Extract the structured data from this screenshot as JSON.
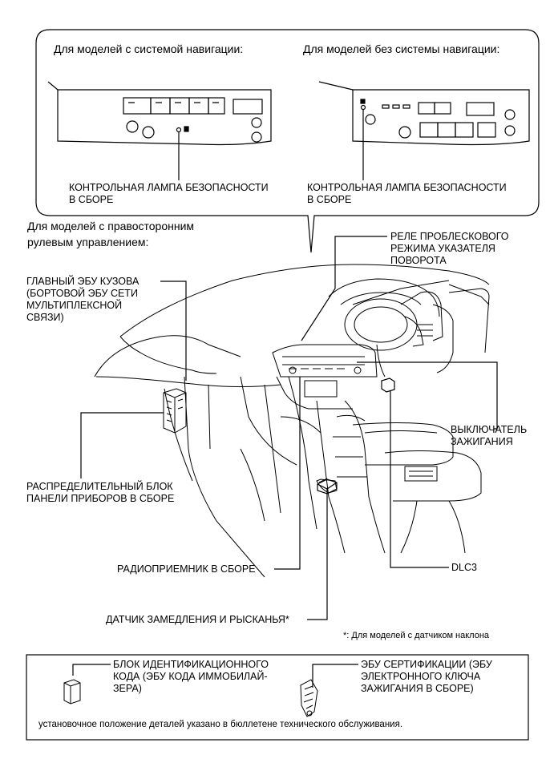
{
  "top_panel": {
    "nav_heading": "Для моделей с системой навигации:",
    "no_nav_heading": "Для моделей без системы навигации:",
    "left_label_line1": "КОНТРОЛЬНАЯ ЛАМПА БЕЗОПАСНОСТИ",
    "left_label_line2": "В СБОРЕ",
    "right_label_line1": "КОНТРОЛЬНАЯ ЛАМПА БЕЗОПАСНОСТИ",
    "right_label_line2": "В СБОРЕ"
  },
  "main": {
    "rhd_heading_line1": "Для моделей с правосторонним",
    "rhd_heading_line2": "рулевым управлением:",
    "labels": {
      "flasher_line1": "РЕЛЕ ПРОБЛЕСКОВОГО",
      "flasher_line2": "РЕЖИМА УКАЗАТЕЛЯ",
      "flasher_line3": "ПОВОРОТА",
      "body_ecu_line1": "ГЛАВНЫЙ ЭБУ КУЗОВА",
      "body_ecu_line2": "(БОРТОВОЙ ЭБУ СЕТИ",
      "body_ecu_line3": "МУЛЬТИПЛЕКСНОЙ",
      "body_ecu_line4": "СВЯЗИ)",
      "ignition_line1": "ВЫКЛЮЧАТЕЛЬ",
      "ignition_line2": "ЗАЖИГАНИЯ",
      "junction_line1": "РАСПРЕДЕЛИТЕЛЬНЫЙ БЛОК",
      "junction_line2": "ПАНЕЛИ ПРИБОРОВ В СБОРЕ",
      "radio": "РАДИОПРИЕМНИК В СБОРЕ",
      "dlc3": "DLC3",
      "yaw_sensor": "ДАТЧИК ЗАМЕДЛЕНИЯ И РЫСКАНЬЯ*",
      "footnote": "*: Для моделей с датчиком наклона"
    }
  },
  "bottom_box": {
    "id_code_line1": "БЛОК ИДЕНТИФИКАЦИОННОГО",
    "id_code_line2": "КОДА (ЭБУ КОДА ИММОБИЛАЙ-",
    "id_code_line3": "ЗЕРА)",
    "cert_ecu_line1": "ЭБУ СЕРТИФИКАЦИИ (ЭБУ",
    "cert_ecu_line2": "ЭЛЕКТРОННОГО КЛЮЧА",
    "cert_ecu_line3": "ЗАЖИГАНИЯ В СБОРЕ)",
    "note": "установочное положение деталей указано в бюллетене технического обслуживания."
  }
}
